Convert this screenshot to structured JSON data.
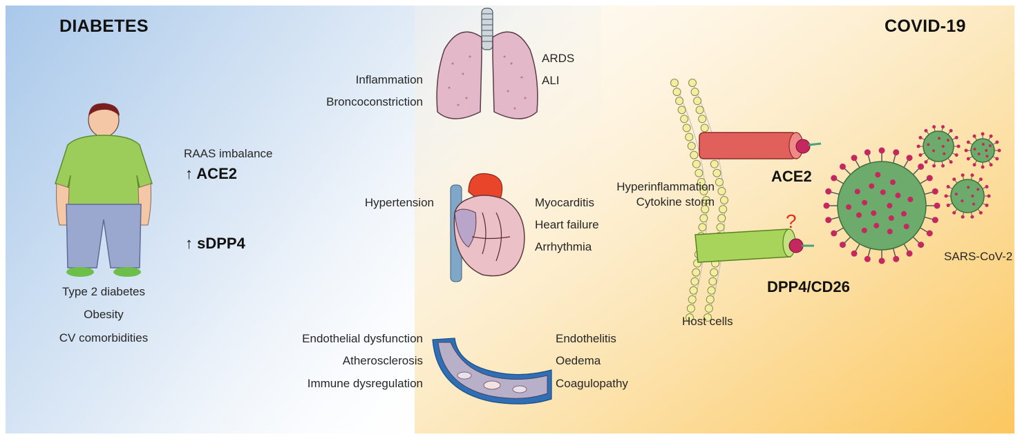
{
  "diabetes": {
    "title": "DIABETES",
    "conditions": [
      "Type 2 diabetes",
      "Obesity",
      "CV comorbidities"
    ],
    "raas_label": "RAAS imbalance",
    "arrow_glyph": "↑",
    "ace2_up": "ACE2",
    "sdpp4_up": "sDPP4"
  },
  "covid": {
    "title": "COVID-19",
    "ace2_label": "ACE2",
    "dpp4_label": "DPP4/CD26",
    "question_mark": "?",
    "host_cells": "Host cells",
    "virus_label": "SARS-CoV-2",
    "inflammation": [
      "Hyperinflammation",
      "Cytokine storm"
    ]
  },
  "lungs": {
    "left": [
      "Inflammation",
      "Broncoconstriction"
    ],
    "right": [
      "ARDS",
      "ALI"
    ]
  },
  "heart": {
    "left": [
      "Hypertension"
    ],
    "right": [
      "Myocarditis",
      "Heart failure",
      "Arrhythmia"
    ]
  },
  "vessel": {
    "left": [
      "Endothelial dysfunction",
      "Atherosclerosis",
      "Immune dysregulation"
    ],
    "right": [
      "Endothelitis",
      "Oedema",
      "Coagulopathy"
    ]
  },
  "colors": {
    "blue_bg": "#a9c8ea",
    "orange_bg": "#fbcf74",
    "ace2_receptor": "#e2605c",
    "dpp4_receptor": "#a9d45c",
    "virus_body": "#6dab6c",
    "virus_spike": "#c5285e",
    "shirt": "#9ccd5a",
    "pants": "#9aa8cf",
    "lung": "#e3b8c8",
    "vessel": "#2e6fb5"
  }
}
